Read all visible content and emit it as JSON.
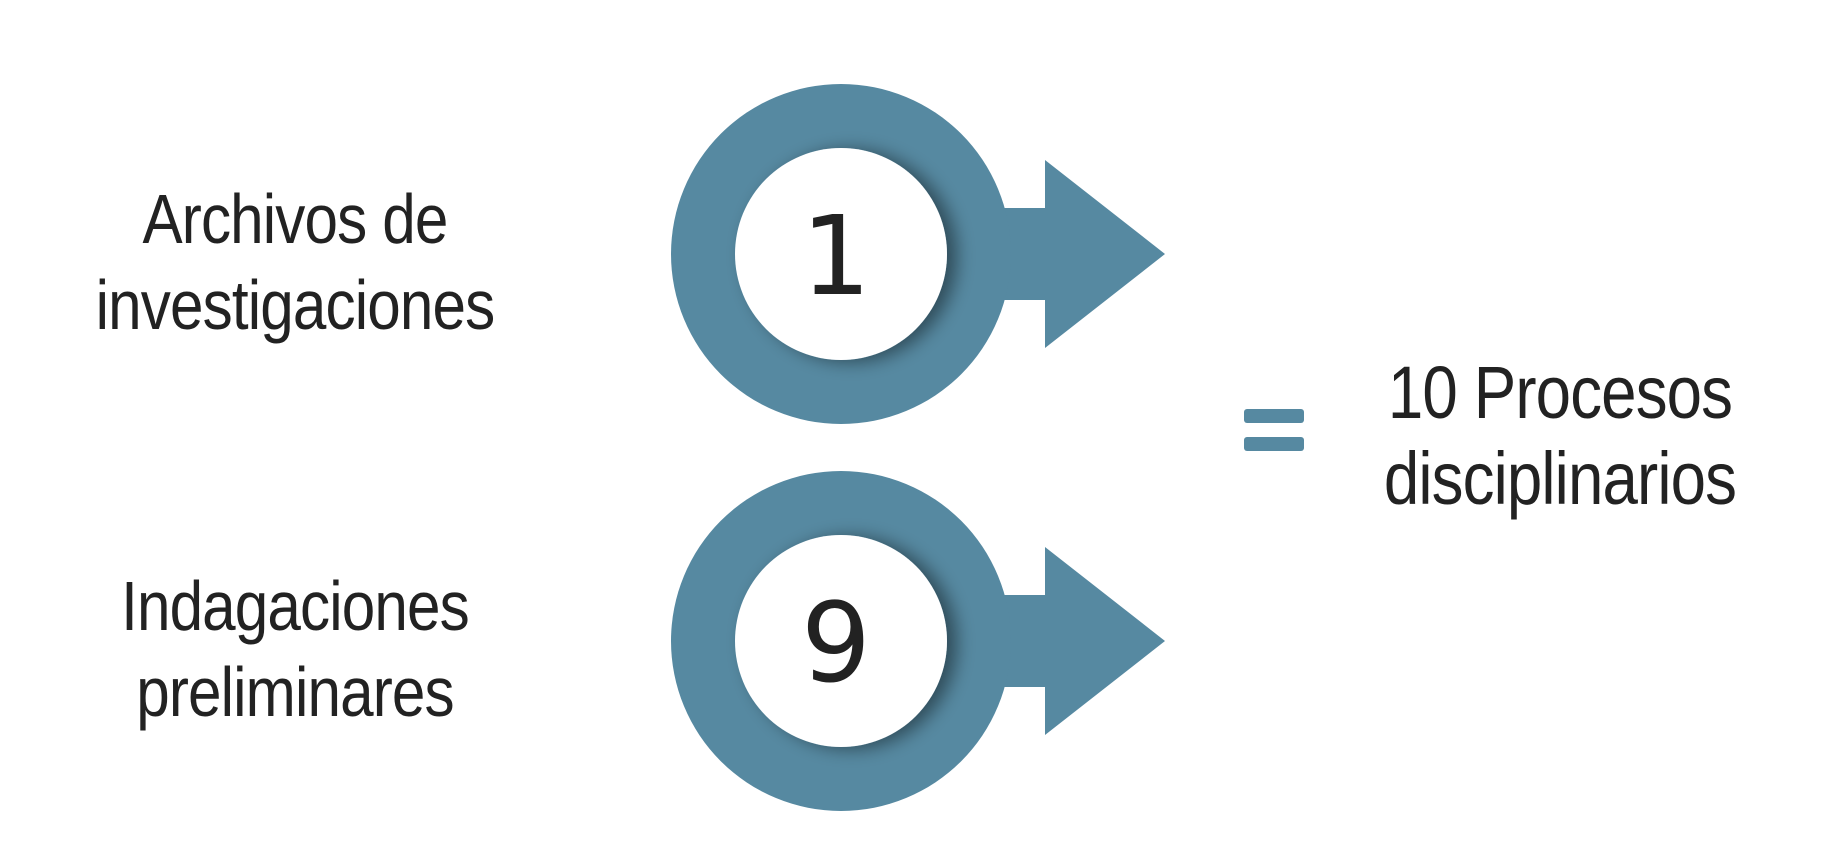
{
  "items": [
    {
      "label_lines": [
        "Archivos de",
        "investigaciones"
      ],
      "value": 1
    },
    {
      "label_lines": [
        "Indagaciones",
        "preliminares"
      ],
      "value": 9
    }
  ],
  "result": {
    "lines": [
      "10 Procesos",
      "disciplinarios"
    ]
  },
  "colors": {
    "accent": "#5689a1",
    "text": "#222222",
    "background": "#ffffff"
  }
}
